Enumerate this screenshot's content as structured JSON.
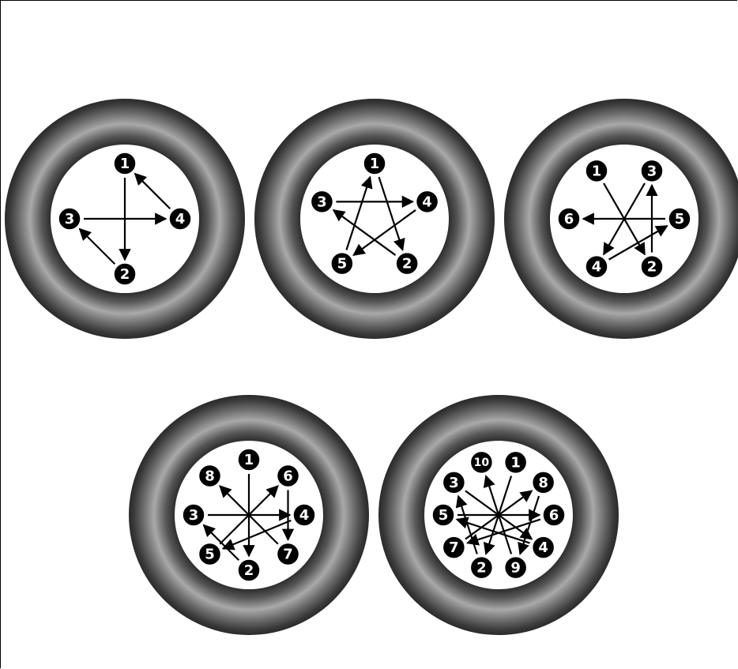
{
  "colors": {
    "background": "#ffffff",
    "tire_dark": "#2a2a2a",
    "tire_mid": "#6a6a6a",
    "tire_light": "#bdbdbd",
    "rim": "#ffffff",
    "lug": "#000000",
    "lug_text": "#ffffff",
    "arrow": "#000000"
  },
  "patterns": [
    {
      "lug_count": 4,
      "sequence": [
        "1",
        "2",
        "3",
        "4"
      ],
      "lugs": [
        "1",
        "2",
        "3",
        "4"
      ],
      "arrows": [
        [
          "1",
          "2"
        ],
        [
          "2",
          "3"
        ],
        [
          "3",
          "4"
        ],
        [
          "4",
          "1"
        ]
      ]
    },
    {
      "lug_count": 5,
      "sequence": [
        "1",
        "2",
        "3",
        "4",
        "5"
      ],
      "lugs": [
        "1",
        "2",
        "3",
        "4",
        "5"
      ],
      "arrows": [
        [
          "1",
          "2"
        ],
        [
          "2",
          "3"
        ],
        [
          "3",
          "4"
        ],
        [
          "4",
          "5"
        ],
        [
          "5",
          "1"
        ]
      ]
    },
    {
      "lug_count": 6,
      "sequence": [
        "1",
        "2",
        "3",
        "4",
        "5",
        "6"
      ],
      "lugs": [
        "1",
        "2",
        "3",
        "4",
        "5",
        "6"
      ],
      "arrows": [
        [
          "1",
          "2"
        ],
        [
          "2",
          "3"
        ],
        [
          "3",
          "4"
        ],
        [
          "4",
          "5"
        ],
        [
          "5",
          "6"
        ]
      ]
    },
    {
      "lug_count": 8,
      "sequence": [
        "1",
        "2",
        "3",
        "4",
        "5",
        "6",
        "7",
        "8"
      ],
      "lugs": [
        "1",
        "2",
        "3",
        "4",
        "5",
        "6",
        "7",
        "8"
      ],
      "arrows": [
        [
          "1",
          "2"
        ],
        [
          "2",
          "3"
        ],
        [
          "3",
          "4"
        ],
        [
          "4",
          "5"
        ],
        [
          "5",
          "6"
        ],
        [
          "6",
          "7"
        ],
        [
          "7",
          "8"
        ]
      ]
    },
    {
      "lug_count": 10,
      "sequence": [
        "1",
        "2",
        "3",
        "4",
        "5",
        "6",
        "7",
        "8",
        "9",
        "10"
      ],
      "lugs": [
        "1",
        "2",
        "3",
        "4",
        "5",
        "6",
        "7",
        "8",
        "9",
        "10"
      ],
      "arrows": [
        [
          "1",
          "2"
        ],
        [
          "2",
          "3"
        ],
        [
          "3",
          "4"
        ],
        [
          "4",
          "5"
        ],
        [
          "5",
          "6"
        ],
        [
          "6",
          "7"
        ],
        [
          "7",
          "8"
        ],
        [
          "8",
          "9"
        ],
        [
          "9",
          "10"
        ]
      ]
    }
  ]
}
